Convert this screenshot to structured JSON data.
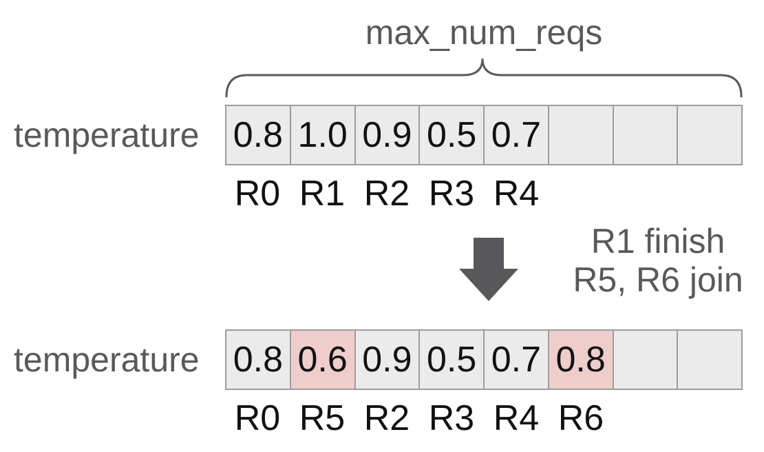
{
  "brace": {
    "label": "max_num_reqs"
  },
  "colors": {
    "text_gray": "#595959",
    "cell_bg": "#ebebeb",
    "cell_highlight_bg": "#eecdca",
    "cell_border": "#9c9c9c",
    "arrow": "#58585a",
    "value_text": "#111111",
    "page_bg": "#ffffff"
  },
  "top_row": {
    "label": "temperature",
    "cells": [
      "0.8",
      "1.0",
      "0.9",
      "0.5",
      "0.7",
      "",
      "",
      ""
    ],
    "request_labels": [
      "R0",
      "R1",
      "R2",
      "R3",
      "R4",
      "",
      "",
      ""
    ],
    "highlighted_indices": []
  },
  "transition": {
    "arrow_icon": "down-arrow",
    "line1": "R1 finish",
    "line2": "R5, R6 join"
  },
  "bottom_row": {
    "label": "temperature",
    "cells": [
      "0.8",
      "0.6",
      "0.9",
      "0.5",
      "0.7",
      "0.8",
      "",
      ""
    ],
    "request_labels": [
      "R0",
      "R5",
      "R2",
      "R3",
      "R4",
      "R6",
      "",
      ""
    ],
    "highlighted_indices": [
      1,
      5
    ]
  }
}
